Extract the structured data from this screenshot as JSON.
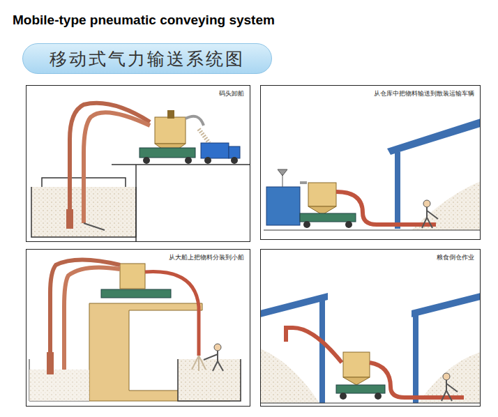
{
  "diagram": {
    "title": "Mobile-type pneumatic conveying system",
    "nodes": [
      {
        "text": [
          "移动式气力输送系统图"
        ]
      },
      {
        "text": [
          "码头卸船"
        ]
      },
      {
        "text": [
          "从仓库中把物料输送到散装运输车辆"
        ]
      },
      {
        "text": [
          "从大船上把物料分装到小船"
        ]
      },
      {
        "text": [
          "粮食倒仓作业"
        ]
      }
    ]
  }
}
